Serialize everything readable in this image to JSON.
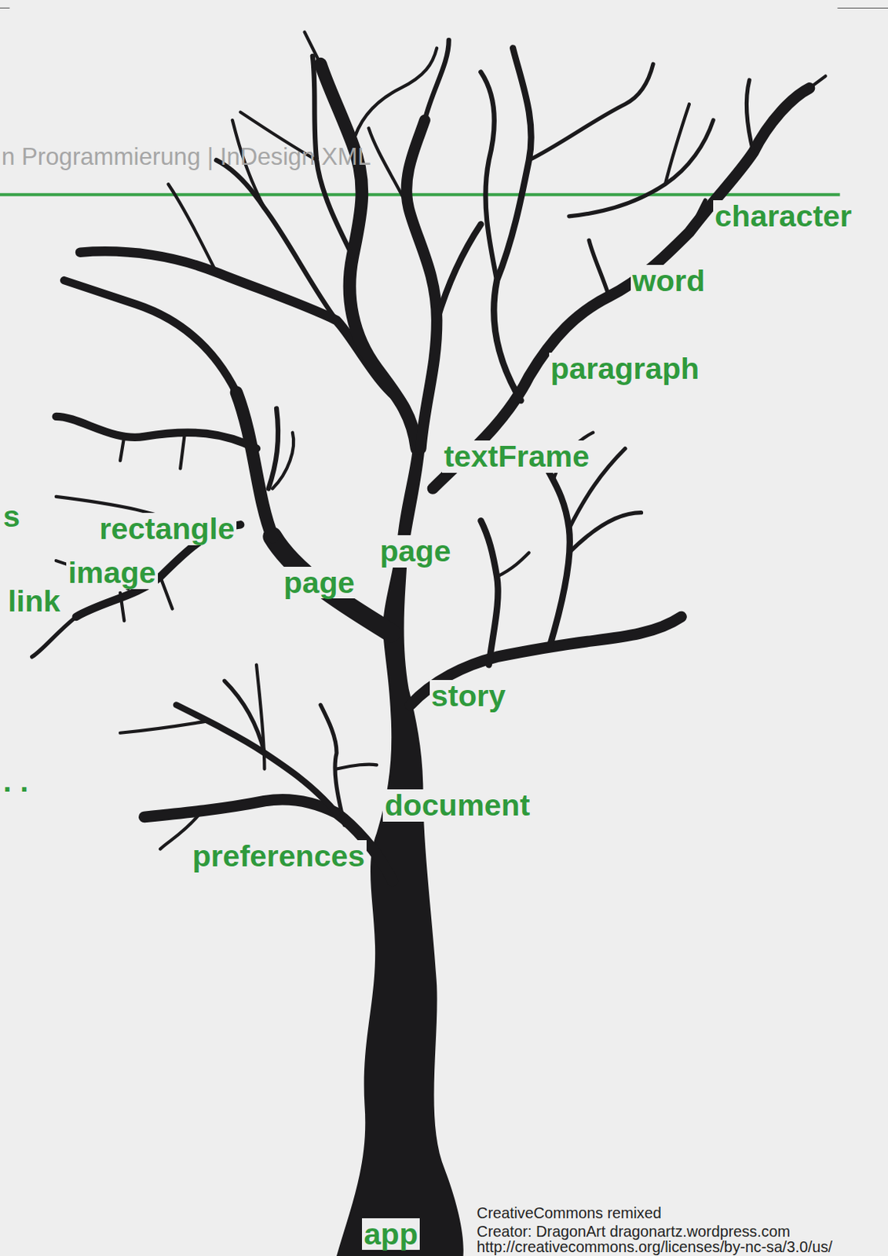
{
  "diagram": {
    "labels": [
      "n Programmierung | InDesign XML",
      "character",
      "word",
      "paragraph",
      "textFrame",
      "s",
      "rectangle",
      "page",
      "image",
      "page",
      "link",
      "story",
      ". .",
      "document",
      "preferences",
      "app",
      "CreativeCommons remixed",
      "Creator: DragonArt dragonartz.wordpress.com",
      "http://creativecommons.org/licenses/by-nc-sa/3.0/us/"
    ]
  }
}
